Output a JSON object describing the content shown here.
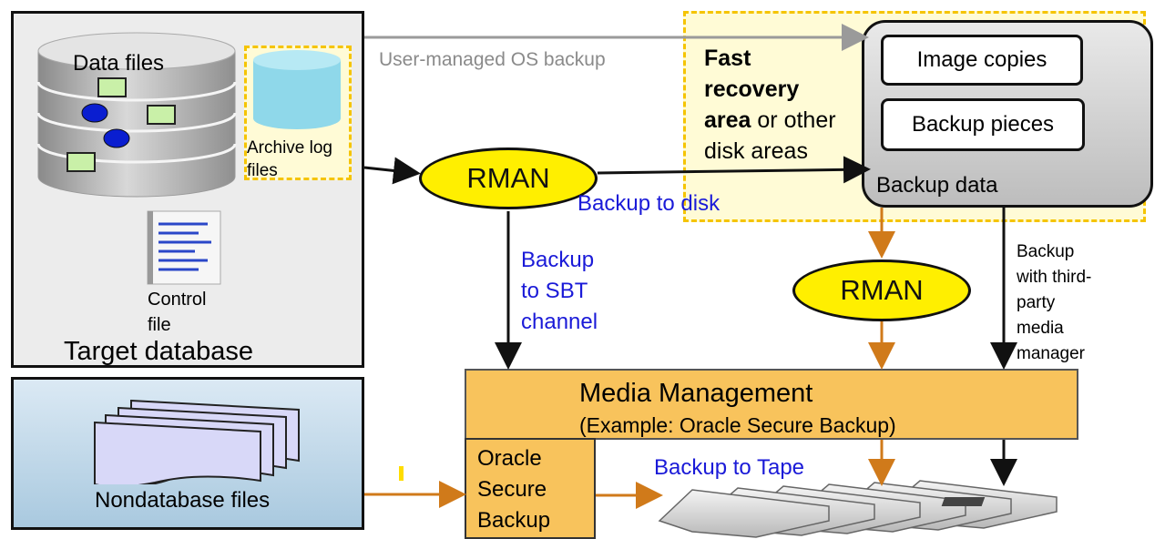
{
  "target_db": {
    "data_files": "Data files",
    "archive_log_line1": "Archive log",
    "archive_log_line2": "files",
    "control_line1": "Control",
    "control_line2": "file",
    "title": "Target database"
  },
  "nondatabase": {
    "label": "Nondatabase files"
  },
  "arrows": {
    "user_managed": "User-managed OS backup",
    "backup_to_disk": "Backup to disk",
    "sbt_line1": "Backup",
    "sbt_line2": "to SBT",
    "sbt_line3": "channel",
    "third_line1": "Backup",
    "third_line2": "with third-",
    "third_line3": "party",
    "third_line4": "media",
    "third_line5": "manager",
    "backup_to_tape": "Backup to Tape"
  },
  "fra": {
    "line1_bold": "Fast",
    "line2_bold": "recovery",
    "line3_bold": "area",
    "line3_rest": " or other",
    "line4": "disk areas"
  },
  "backup_data": {
    "image_copies": "Image copies",
    "backup_pieces": "Backup pieces",
    "label": "Backup data"
  },
  "rman": {
    "label_main": "RMAN",
    "label_secondary": "RMAN"
  },
  "media": {
    "title": "Media Management",
    "subtitle": "(Example: Oracle Secure Backup)"
  },
  "osb": {
    "line1": "Oracle",
    "line2": "Secure",
    "line3": "Backup"
  },
  "colors": {
    "arrow_dark": "#111111",
    "arrow_orange": "#d07a1a",
    "arrow_gray": "#9a9a9a",
    "highlight": "#ffef00",
    "media": "#f8c35c"
  }
}
